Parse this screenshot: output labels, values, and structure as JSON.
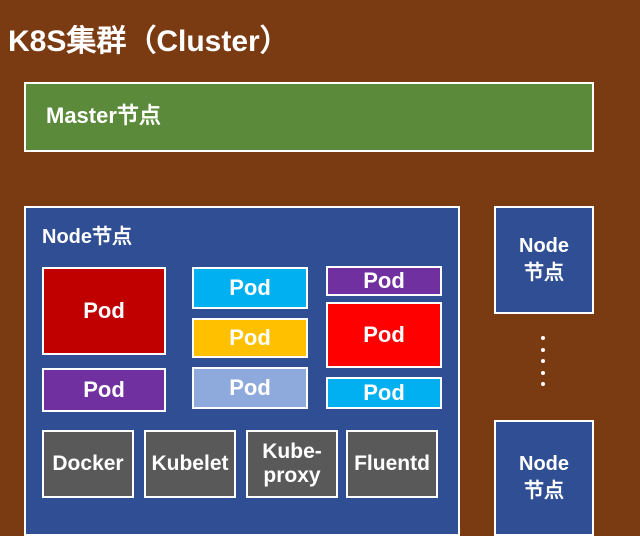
{
  "cluster": {
    "title": "K8S集群（Cluster）"
  },
  "master": {
    "label": "Master节点"
  },
  "node_main": {
    "label": "Node节点",
    "pod_label": "Pod",
    "components": [
      "Docker",
      "Kubelet",
      "Kube-\nproxy",
      "Fluentd"
    ]
  },
  "node_side": {
    "label": "Node\n节点"
  },
  "colors": {
    "background": "#7a3a12",
    "master": "#5a8a3a",
    "node": "#2f4e93",
    "pod_dark_red": "#c00000",
    "pod_red": "#ff0000",
    "pod_purple": "#7030a0",
    "pod_cyan": "#00b0f0",
    "pod_orange": "#ffc000",
    "pod_light_blue": "#8ea9db",
    "component": "#595959"
  }
}
